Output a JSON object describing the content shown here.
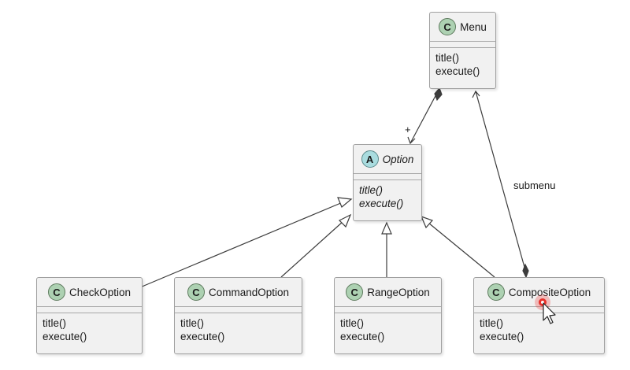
{
  "classes": {
    "menu": {
      "name": "Menu",
      "stereotype_letter": "C",
      "methods": [
        "title()",
        "execute()"
      ]
    },
    "option": {
      "name": "Option",
      "stereotype_letter": "A",
      "abstract": true,
      "methods": [
        "title()",
        "execute()"
      ]
    },
    "check_option": {
      "name": "CheckOption",
      "stereotype_letter": "C",
      "methods": [
        "title()",
        "execute()"
      ]
    },
    "command_option": {
      "name": "CommandOption",
      "stereotype_letter": "C",
      "methods": [
        "title()",
        "execute()"
      ]
    },
    "range_option": {
      "name": "RangeOption",
      "stereotype_letter": "C",
      "methods": [
        "title()",
        "execute()"
      ]
    },
    "composite_option": {
      "name": "CompositeOption",
      "stereotype_letter": "C",
      "methods": [
        "title()",
        "execute()"
      ]
    }
  },
  "edges": {
    "menu_option_multiplicity": "+",
    "submenu_label": "submenu"
  },
  "colors": {
    "class_fill": "#f1f1f1",
    "class_badge": "#add1b2",
    "abstract_badge": "#a9dcdf",
    "cursor_highlight": "#e8302a"
  },
  "icons": {
    "cursor": "mouse-pointer-icon",
    "click_highlight": "click-highlight-icon"
  }
}
